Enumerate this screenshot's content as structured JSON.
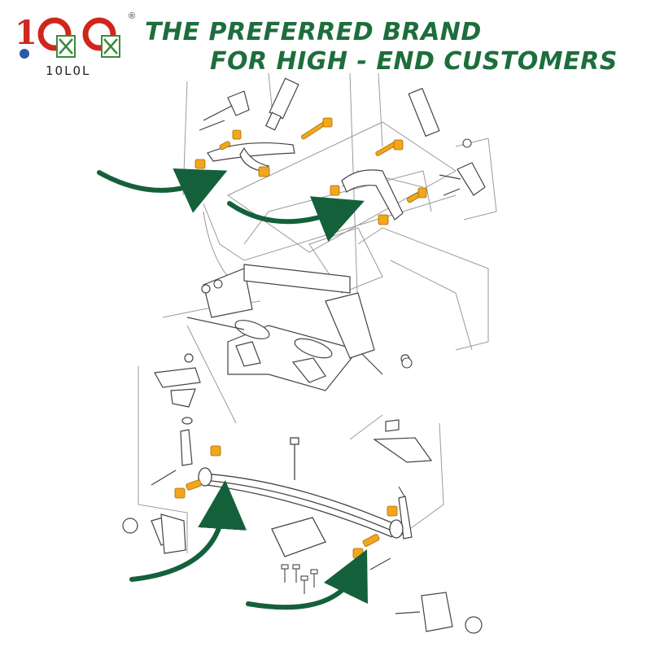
{
  "brand": {
    "logo_text": "10L0L",
    "registered_mark": "®"
  },
  "headline": {
    "line1": "THE PREFERRED BRAND",
    "line2": "FOR HIGH - END CUSTOMERS"
  },
  "colors": {
    "headline_green": "#1d6e3c",
    "arrow_green": "#14603a",
    "bushing_orange": "#f2a71b",
    "logo_red": "#d0261c",
    "line_art": "#555555"
  },
  "callouts": [
    {
      "name": "upper-left-control-arm-bushings",
      "icon": "curved-arrow"
    },
    {
      "name": "upper-right-control-arm-bushings",
      "icon": "curved-arrow"
    },
    {
      "name": "leaf-spring-left-bushings",
      "icon": "curved-arrow"
    },
    {
      "name": "leaf-spring-right-bushings",
      "icon": "curved-arrow"
    }
  ]
}
